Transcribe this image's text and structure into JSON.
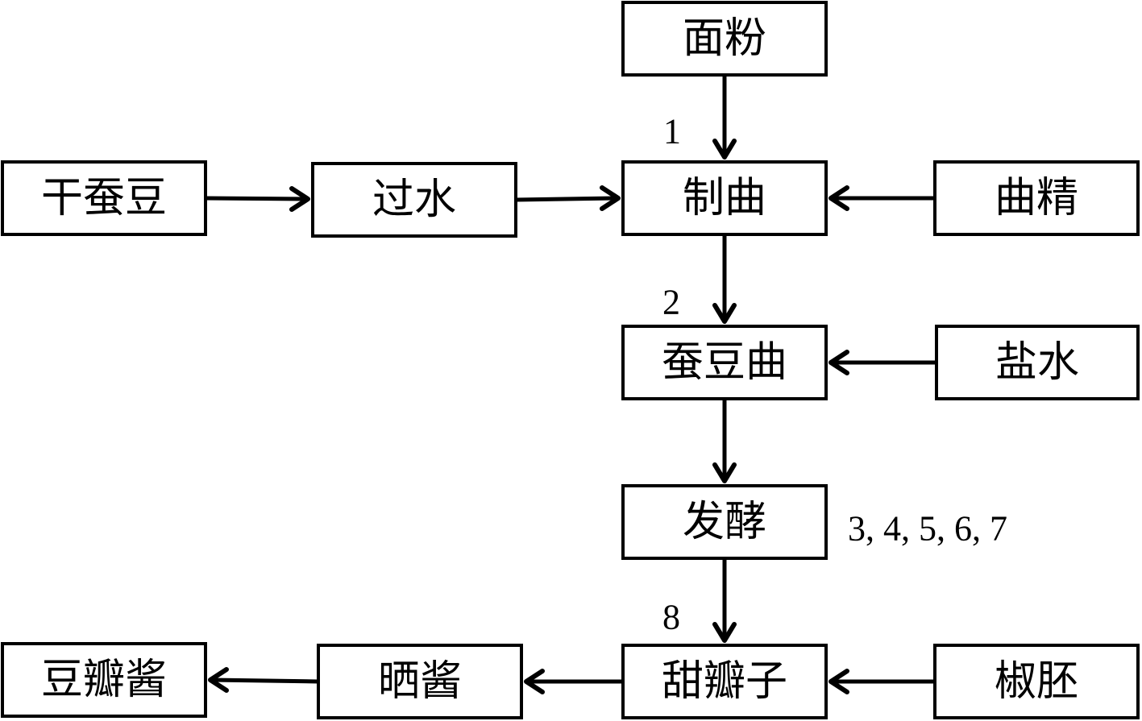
{
  "nodes": {
    "flour": "面粉",
    "dry_broad_bean": "干蚕豆",
    "soak": "过水",
    "koji_making": "制曲",
    "koji_essence": "曲精",
    "broad_bean_koji": "蚕豆曲",
    "brine": "盐水",
    "fermentation": "发酵",
    "sweet_bean_paste": "甜瓣子",
    "pepper_base": "椒胚",
    "sun_drying": "晒酱",
    "doubanjiang": "豆瓣酱"
  },
  "step_labels": {
    "s1": "1",
    "s2": "2",
    "s3_7": "3, 4, 5, 6, 7",
    "s8": "8"
  }
}
